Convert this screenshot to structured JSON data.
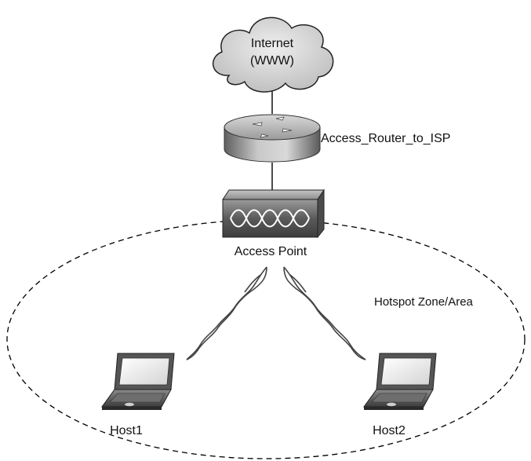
{
  "diagram": {
    "internet": {
      "line1": "Internet",
      "line2": "(WWW)"
    },
    "router": {
      "label": "Access_Router_to_ISP"
    },
    "access_point": {
      "label": "Access Point"
    },
    "zone": {
      "label": "Hotspot Zone/Area"
    },
    "hosts": [
      {
        "label": "Host1"
      },
      {
        "label": "Host2"
      }
    ]
  }
}
